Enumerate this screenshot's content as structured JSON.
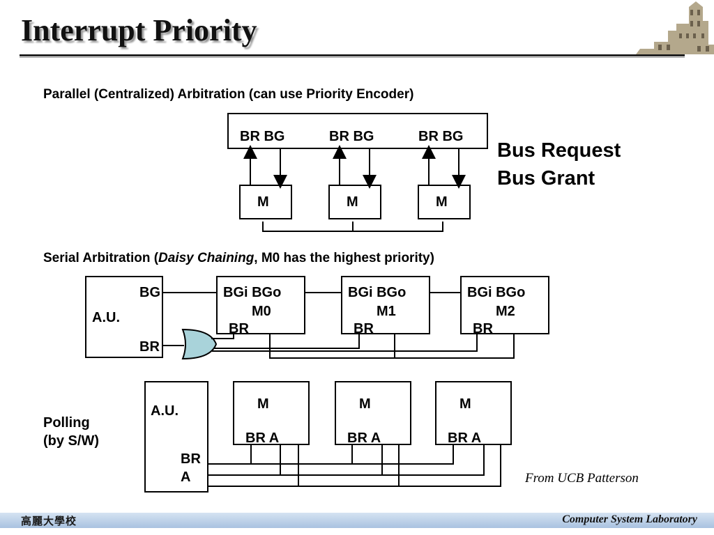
{
  "title": "Interrupt Priority",
  "logo": {
    "icon": "university-building-icon"
  },
  "parallel": {
    "heading": "Parallel (Centralized)  Arbitration (can use Priority Encoder)",
    "bus_labels": [
      "BR  BG",
      "BR  BG",
      "BR  BG"
    ],
    "modules": [
      "M",
      "M",
      "M"
    ],
    "legend": [
      "Bus Request",
      "Bus Grant"
    ]
  },
  "serial": {
    "heading_prefix": "Serial Arbitration (",
    "heading_italic": "Daisy Chaining",
    "heading_suffix": ", M0 has the highest priority)",
    "au_label": "A.U.",
    "au_bg": "BG",
    "au_br": "BR",
    "modules": [
      {
        "ports": "BGi   BGo",
        "name": "M0",
        "br": "BR"
      },
      {
        "ports": "BGi   BGo",
        "name": "M1",
        "br": "BR"
      },
      {
        "ports": "BGi   BGo",
        "name": "M2",
        "br": "BR"
      }
    ]
  },
  "polling": {
    "label_line1": "Polling",
    "label_line2": "(by S/W)",
    "au_label": "A.U.",
    "au_br": "BR",
    "au_a": "A",
    "modules": [
      {
        "name": "M",
        "ports": "BR A"
      },
      {
        "name": "M",
        "ports": "BR A"
      },
      {
        "name": "M",
        "ports": "BR A"
      }
    ]
  },
  "credit": "From UCB Patterson",
  "footer": {
    "left": "高麗大學校",
    "right": "Computer System Laboratory"
  }
}
